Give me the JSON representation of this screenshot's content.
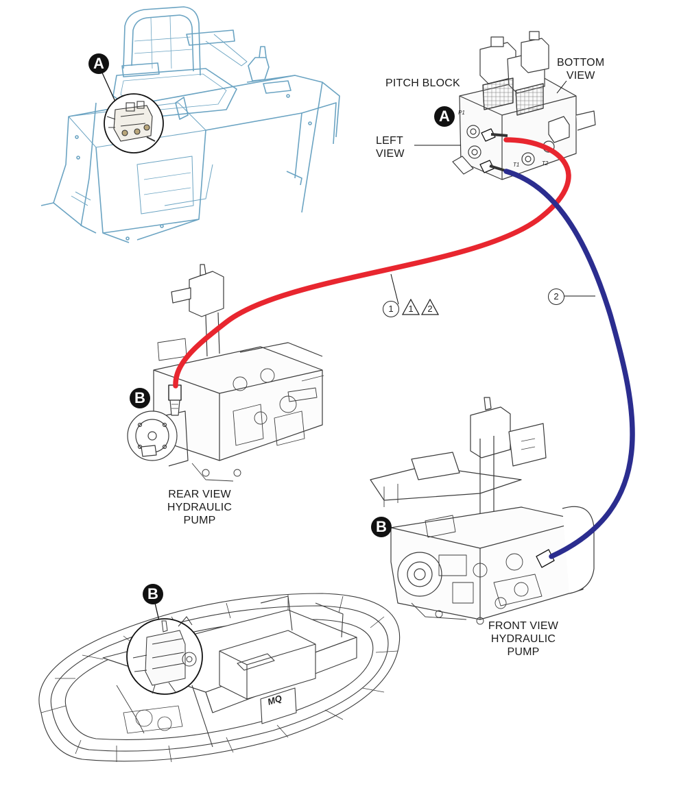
{
  "labels": {
    "pitch_block": "PITCH BLOCK",
    "bottom_view": [
      "BOTTOM",
      "VIEW"
    ],
    "left_view": [
      "LEFT",
      "VIEW"
    ],
    "rear_view": [
      "REAR VIEW",
      "HYDRAULIC",
      "PUMP"
    ],
    "front_view": [
      "FRONT VIEW",
      "HYDRAULIC",
      "PUMP"
    ]
  },
  "callouts": {
    "a_frame": "A",
    "a_block": "A",
    "b_rear": "B",
    "b_front": "B",
    "b_trowel": "B"
  },
  "item_numbers": {
    "hose_1": "1",
    "hose_1_note_1": "1",
    "hose_1_note_2": "2",
    "hose_2": "2"
  },
  "ports": {
    "p1": "P1",
    "t1": "T1",
    "t2": "T2"
  },
  "badge_text": "MQ",
  "colors": {
    "hose_1": "#e8262f",
    "hose_2": "#2b2d8f",
    "frame_line": "#6aa3c2",
    "drawing_line": "#3a3a3a",
    "callout_fill": "#111111"
  }
}
